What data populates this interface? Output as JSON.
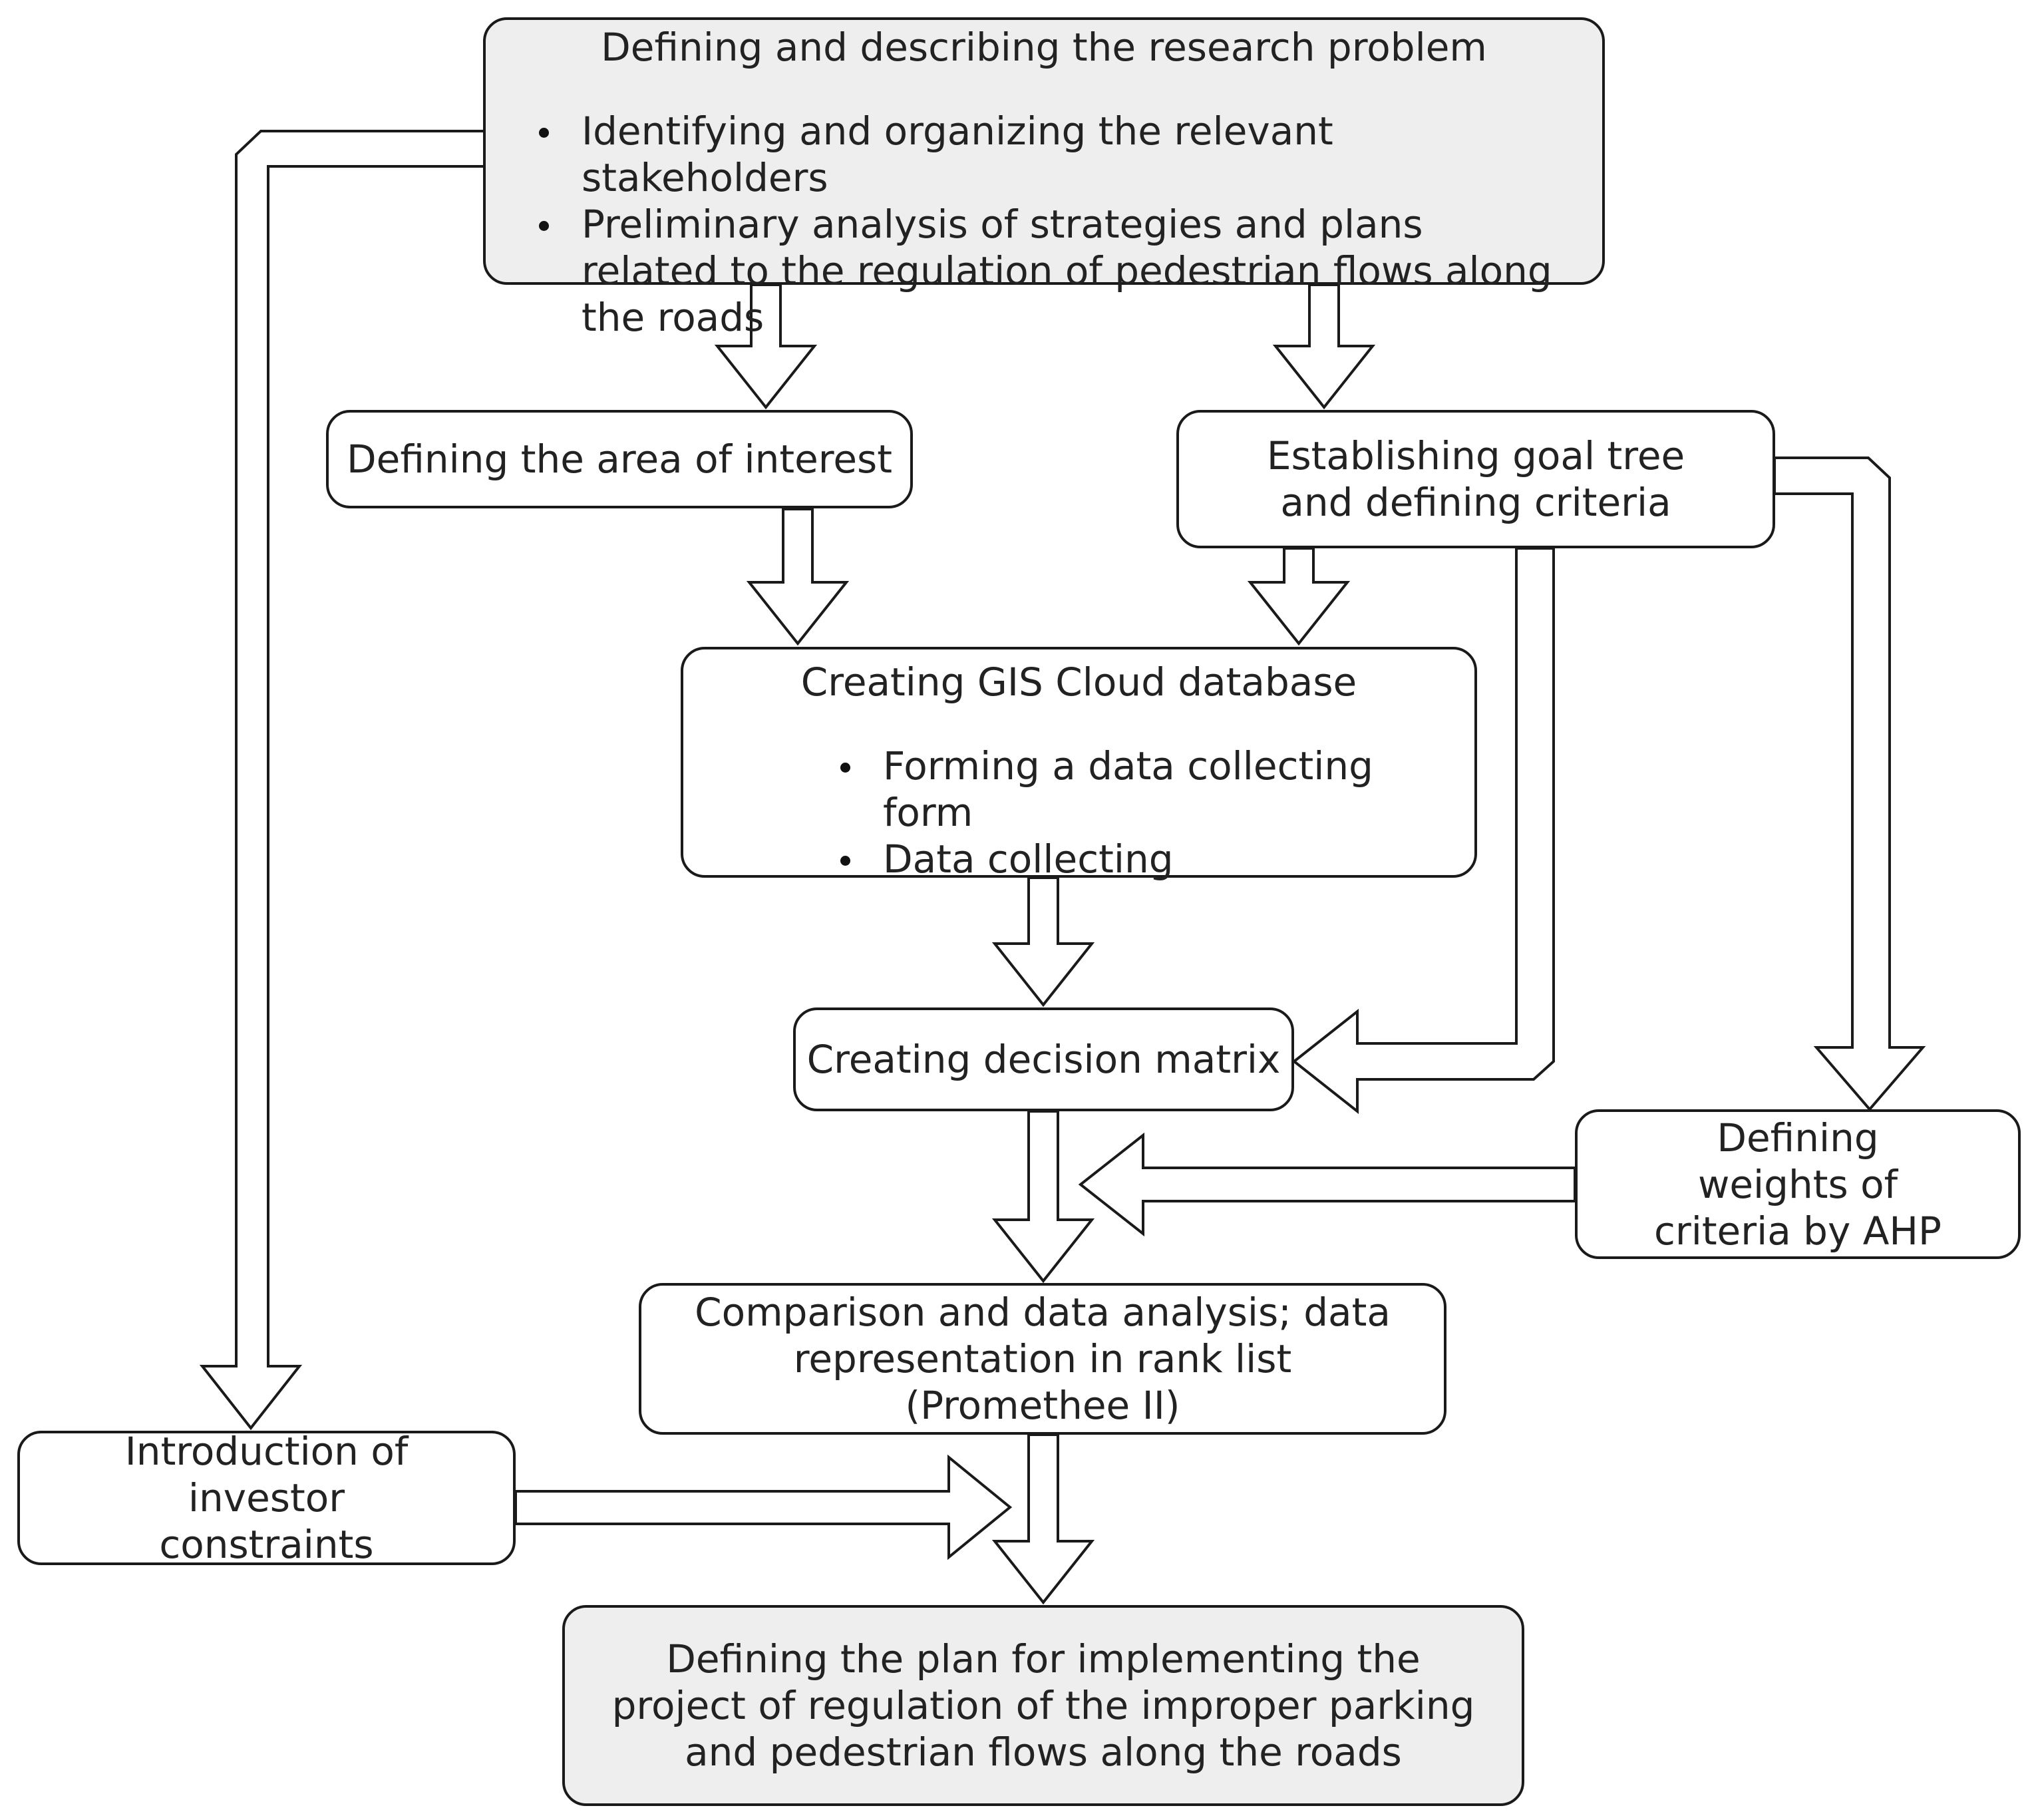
{
  "nodes": {
    "problem": {
      "title": "Defining and describing the research problem",
      "bullets": [
        "Identifying and organizing the relevant stakeholders",
        "Preliminary analysis of strategies and plans related to the regulation of pedestrian flows along the roads"
      ]
    },
    "area": {
      "title": "Defining the area of interest"
    },
    "goal_tree": {
      "title": "Establishing goal tree and defining criteria"
    },
    "gis": {
      "title": "Creating GIS Cloud database",
      "bullets": [
        "Forming a data collecting form",
        "Data collecting"
      ]
    },
    "matrix": {
      "title": "Creating decision matrix"
    },
    "weights": {
      "title": "Defining weights of criteria by AHP"
    },
    "comparison": {
      "title": "Comparison and data analysis; data representation in rank list (Promethee II)"
    },
    "investor": {
      "title": "Introduction of investor constraints"
    },
    "plan": {
      "title": "Defining the plan for implementing the project of regulation of the improper parking and pedestrian flows along the roads"
    }
  },
  "colors": {
    "stroke": "#1a1a1a",
    "highlight_fill": "#eeeeee",
    "default_fill": "#ffffff"
  }
}
